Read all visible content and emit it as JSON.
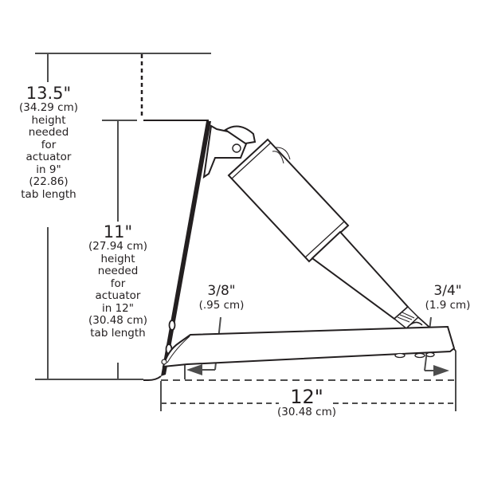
{
  "diagram": {
    "subject": "trim tab actuator mounting dimensions",
    "colors": {
      "ink": "#231f20",
      "dimension_line": "#4d4d4d",
      "background": "#ffffff"
    },
    "dimension_13_5": {
      "value": "13.5\"",
      "metric": "(34.29 cm)",
      "lines": [
        "height",
        "needed",
        "for",
        "actuator",
        "in 9\"",
        "(22.86)",
        "tab length"
      ]
    },
    "dimension_11": {
      "value": "11\"",
      "metric": "(27.94 cm)",
      "lines": [
        "height",
        "needed",
        "for",
        "actuator",
        "in 12\"",
        "(30.48 cm)",
        "tab length"
      ]
    },
    "dimension_3_8": {
      "value": "3/8\"",
      "metric": "(.95 cm)"
    },
    "dimension_3_4": {
      "value": "3/4\"",
      "metric": "(1.9 cm)"
    },
    "dimension_12": {
      "value": "12\"",
      "metric": "(30.48 cm)"
    },
    "parts": [
      "transom-plate",
      "hinge-bracket",
      "actuator-body",
      "actuator-rod",
      "trim-tab-plane"
    ]
  }
}
